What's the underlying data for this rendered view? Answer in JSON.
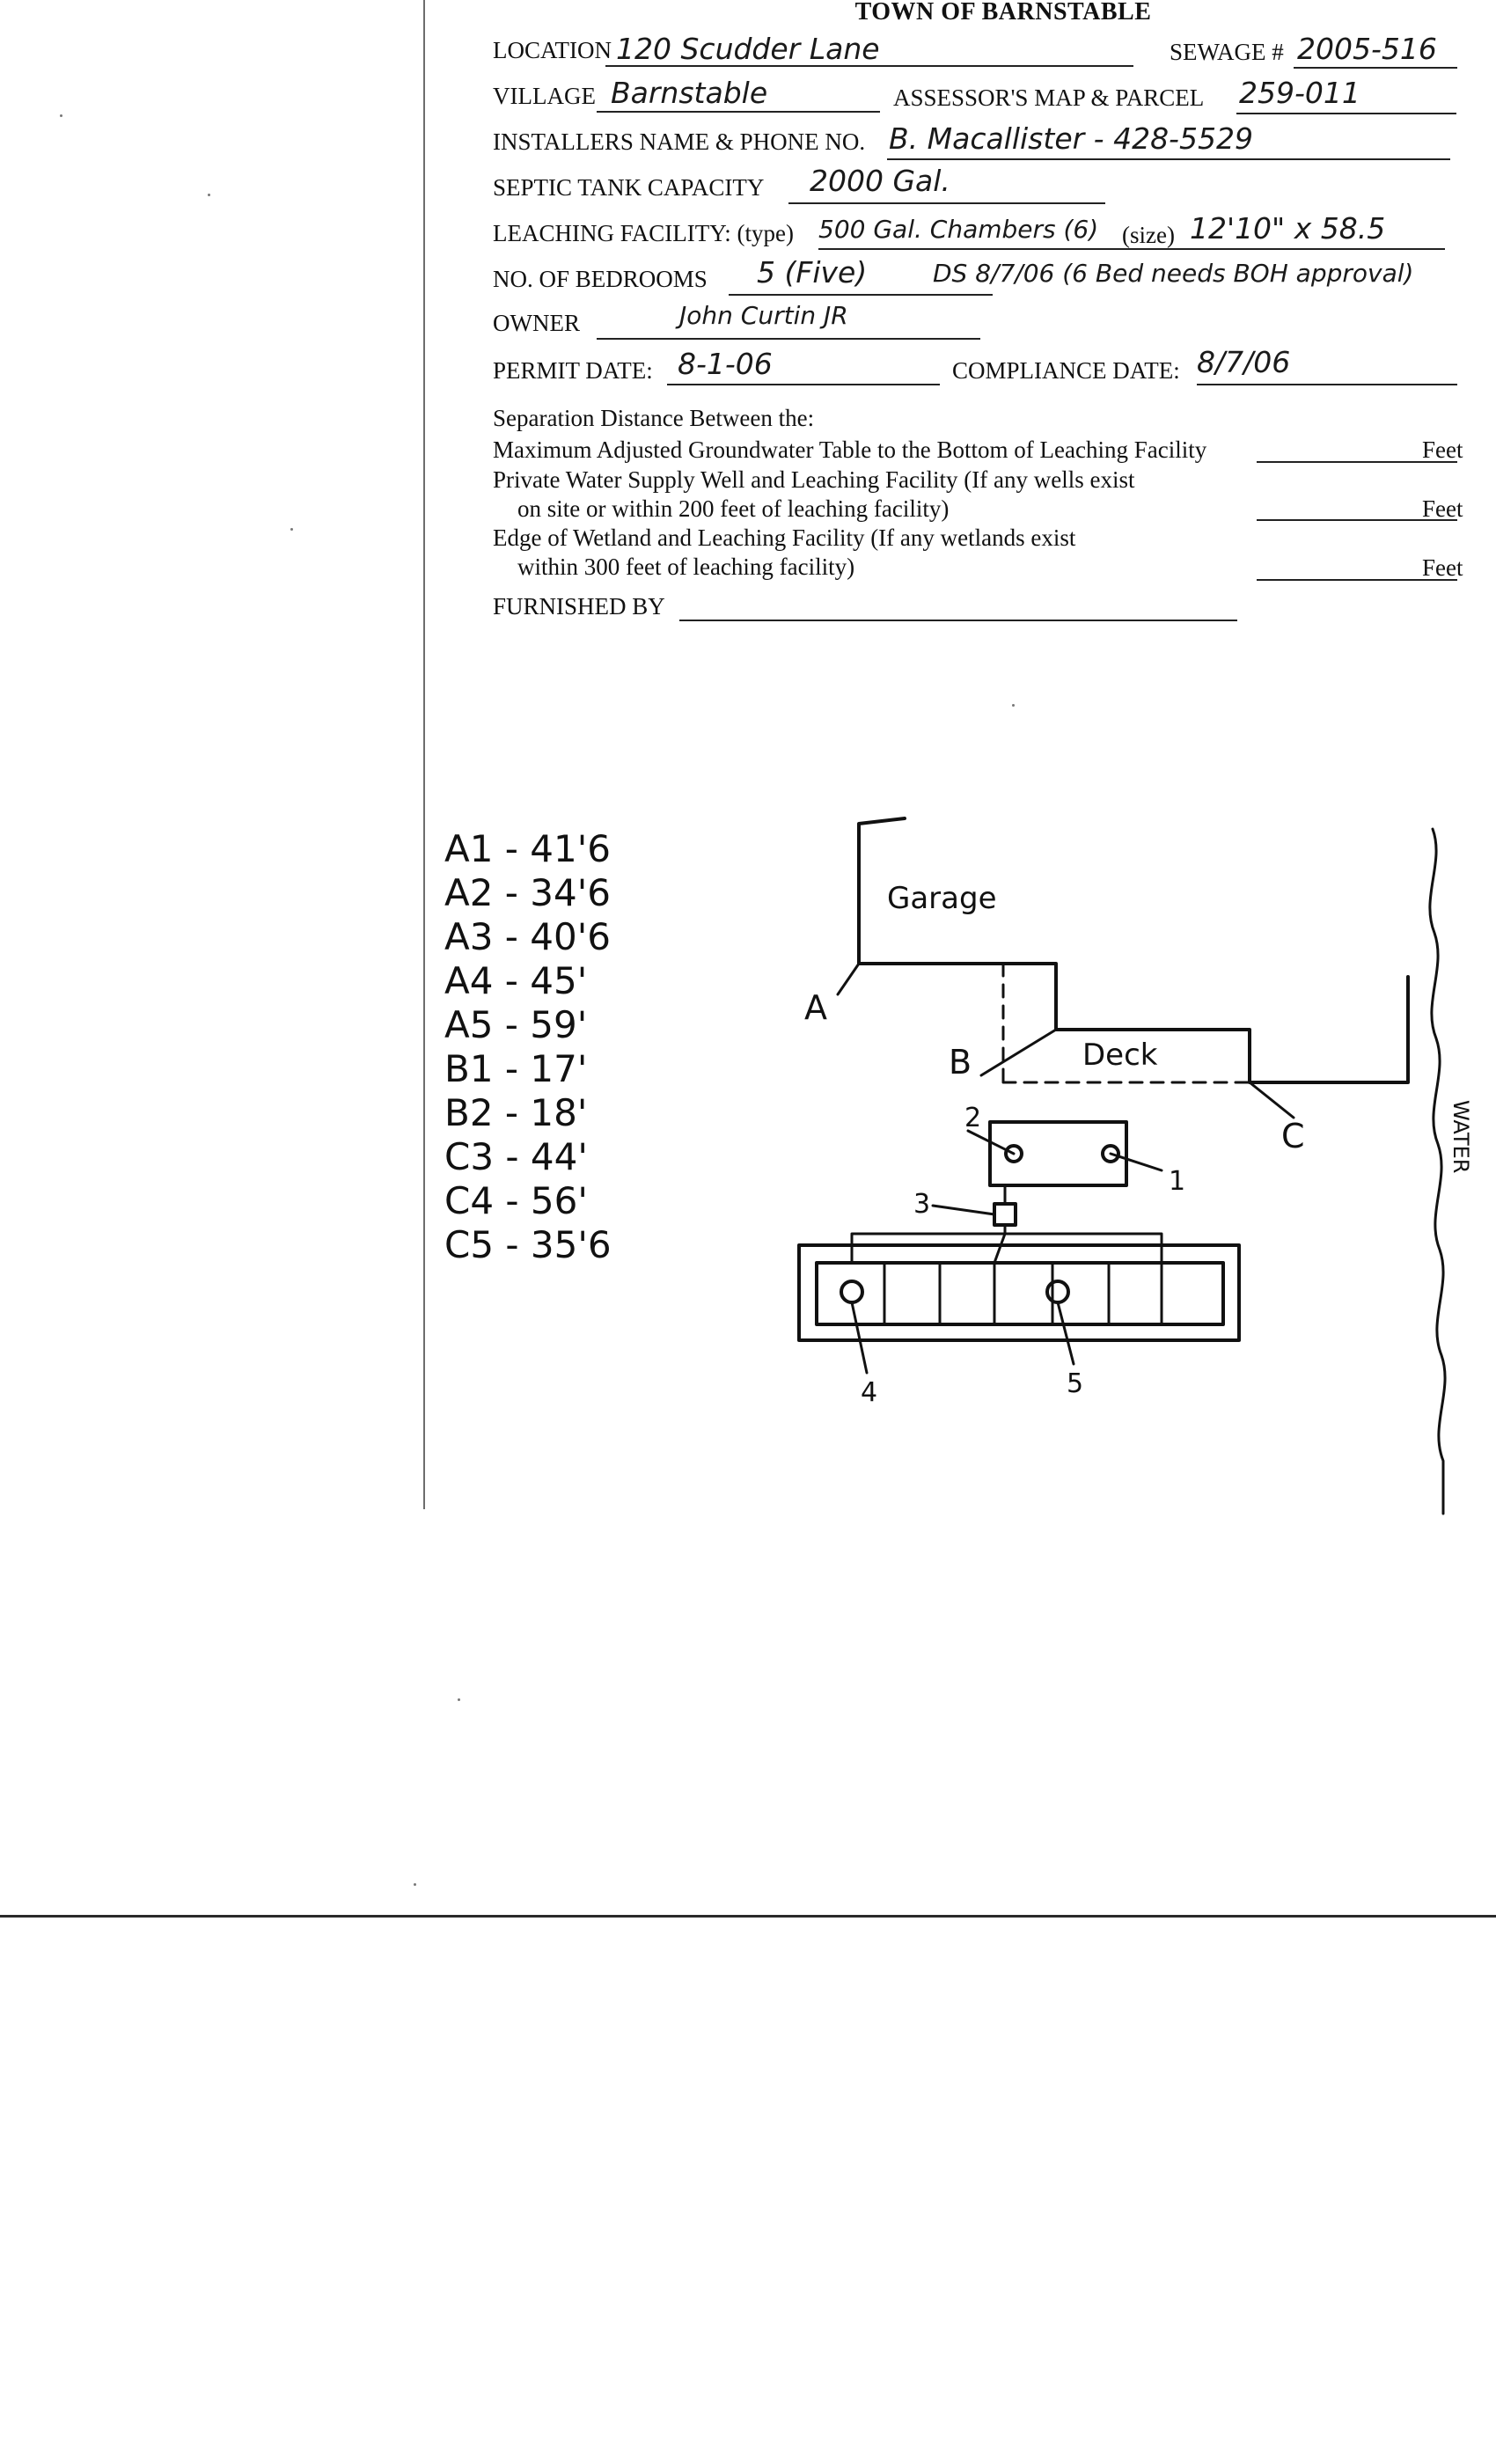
{
  "form": {
    "title": "TOWN OF BARNSTABLE",
    "location_label": "LOCATION",
    "location_value": "120 Scudder Lane",
    "sewage_label": "SEWAGE #",
    "sewage_value": "2005-516",
    "village_label": "VILLAGE",
    "village_value": "Barnstable",
    "assessor_label": "ASSESSOR'S MAP & PARCEL",
    "assessor_value": "259-011",
    "installer_label": "INSTALLERS NAME & PHONE NO.",
    "installer_value": "B. Macallister - 428-5529",
    "septic_label": "SEPTIC TANK CAPACITY",
    "septic_value": "2000 Gal.",
    "leaching_label": "LEACHING FACILITY: (type)",
    "leaching_type_value": "500 Gal. Chambers (6)",
    "size_label": "(size)",
    "size_value": "12'10\" x 58.5",
    "bedrooms_label": "NO. OF BEDROOMS",
    "bedrooms_value": "5 (Five)",
    "bedrooms_note": "DS 8/7/06 (6 Bed needs BOH approval)",
    "owner_label": "OWNER",
    "owner_value": "John Curtin JR",
    "permit_label": "PERMIT DATE:",
    "permit_value": "8-1-06",
    "compliance_label": "COMPLIANCE DATE:",
    "compliance_value": "8/7/06",
    "separation_heading": "Separation Distance Between the:",
    "sep1": "Maximum Adjusted Groundwater Table to the Bottom of Leaching Facility",
    "sep2_line1": "Private Water Supply Well and Leaching Facility (If any wells exist",
    "sep2_line2": "on site or within 200 feet of leaching facility)",
    "sep3_line1": "Edge of Wetland and Leaching Facility (If any wetlands exist",
    "sep3_line2": "within 300 feet of leaching facility)",
    "feet": "Feet",
    "furnished_label": "FURNISHED BY"
  },
  "measurements": [
    "A1 - 41'6",
    "A2 - 34'6",
    "A3 - 40'6",
    "A4 - 45'",
    "A5 - 59'",
    "B1 - 17'",
    "B2 - 18'",
    "C3 - 44'",
    "C4 - 56'",
    "C5 - 35'6"
  ],
  "sketch": {
    "garage": "Garage",
    "deck": "Deck",
    "water": "WATER",
    "point_a": "A",
    "point_b": "B",
    "point_c": "C",
    "num_1": "1",
    "num_2": "2",
    "num_3": "3",
    "num_4": "4",
    "num_5": "5"
  }
}
